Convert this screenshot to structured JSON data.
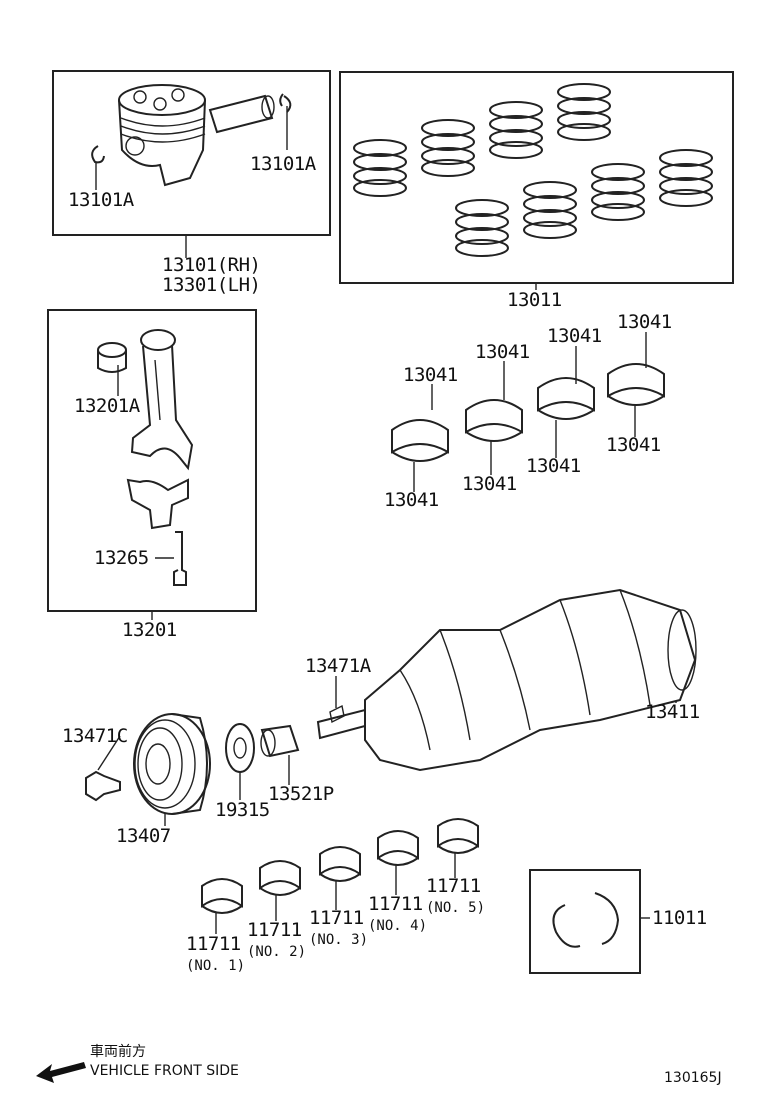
{
  "labels": {
    "pin_clip_left": "13101A",
    "pin_clip_right": "13101A",
    "piston_rh": "13101(RH)",
    "piston_lh": "13301(LH)",
    "ring_set": "13011",
    "rod_bushing": "13201A",
    "rod_bolt": "13265",
    "connecting_rod": "13201",
    "rod_bearing_1": "13041",
    "rod_bearing_2": "13041",
    "rod_bearing_3": "13041",
    "rod_bearing_4": "13041",
    "rod_bearing_5": "13041",
    "rod_bearing_6": "13041",
    "rod_bearing_7": "13041",
    "rod_bearing_8": "13041",
    "crank_key": "13471A",
    "crankshaft": "13411",
    "pulley_bolt": "13471C",
    "crank_pulley": "13407",
    "timing_sprocket": "19315",
    "crank_gear": "13521P",
    "main_bearing_1": "11711",
    "main_bearing_1_note": "(NO. 1)",
    "main_bearing_2": "11711",
    "main_bearing_2_note": "(NO. 2)",
    "main_bearing_3": "11711",
    "main_bearing_3_note": "(NO. 3)",
    "main_bearing_4": "11711",
    "main_bearing_4_note": "(NO. 4)",
    "main_bearing_5": "11711",
    "main_bearing_5_note": "(NO. 5)",
    "thrust_washer": "11011"
  },
  "footer": {
    "direction_jp": "車両前方",
    "direction_en": "VEHICLE FRONT SIDE",
    "diagram_code": "130165J"
  },
  "icons": {
    "direction_arrow": "arrow-left-down-icon"
  }
}
